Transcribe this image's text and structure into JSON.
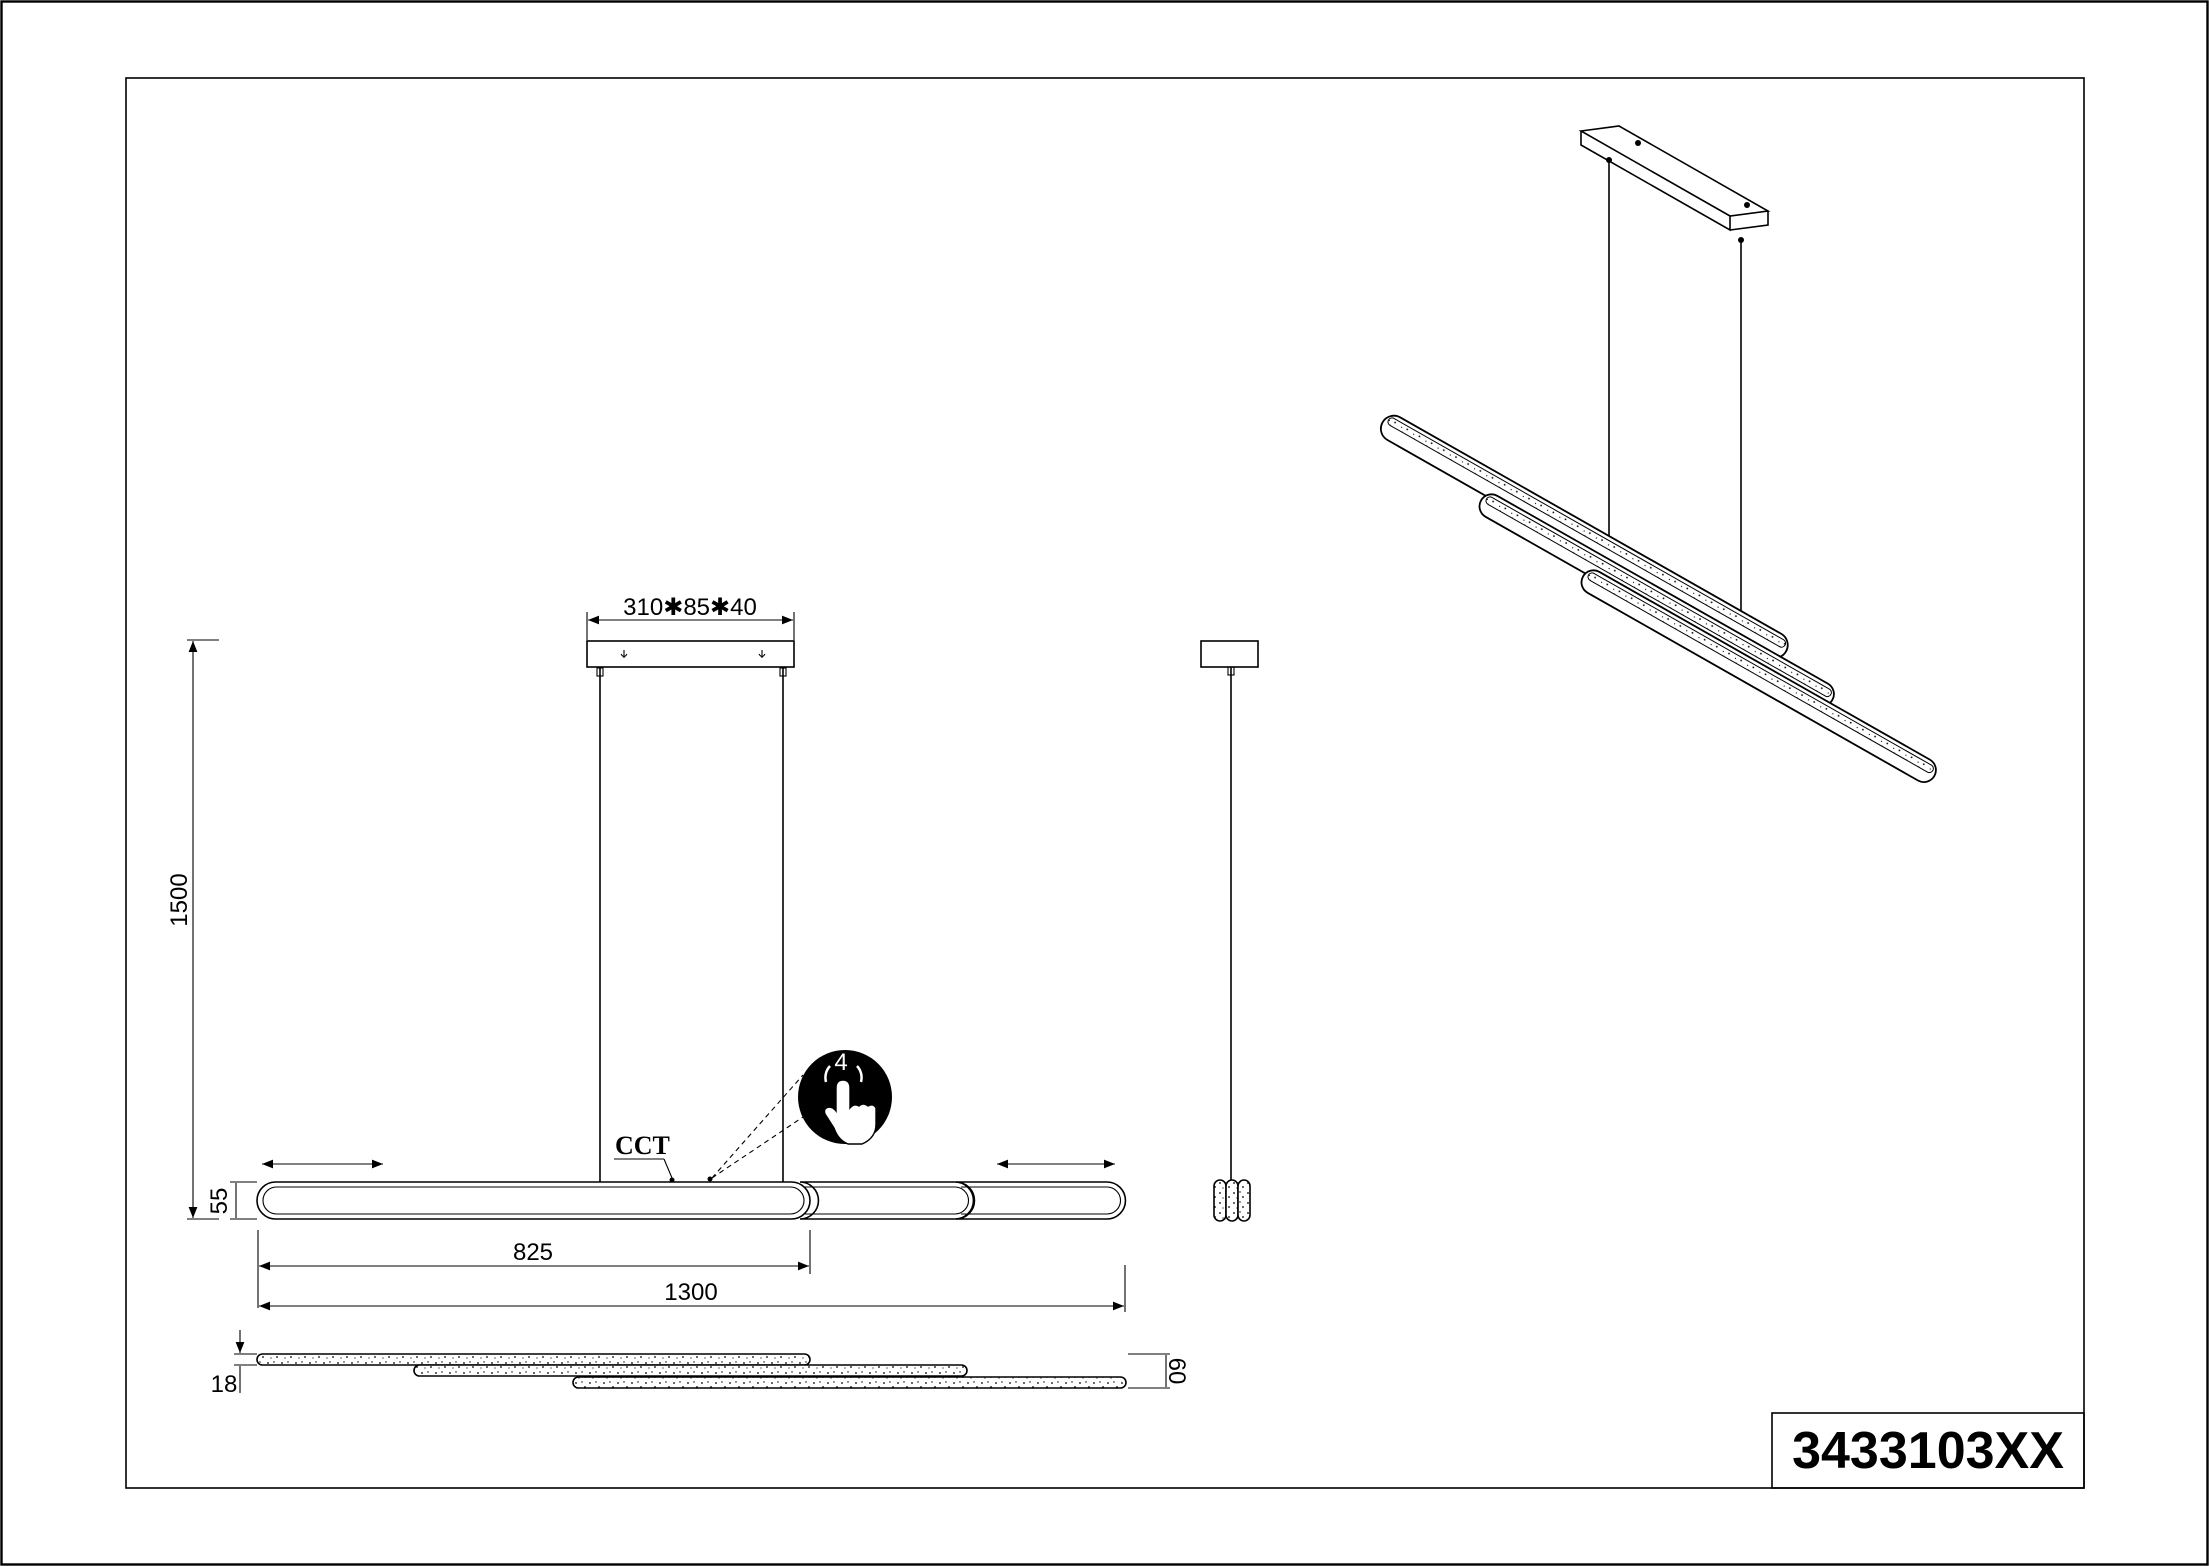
{
  "model_number": "3433103XX",
  "labels": {
    "canopy": "310✱85✱40",
    "height": "1500",
    "bar_height": "55",
    "length_partial": "825",
    "length_total": "1300",
    "top_thickness": "18",
    "top_depth": "60",
    "cct": "CCT",
    "touch_count": "4"
  }
}
